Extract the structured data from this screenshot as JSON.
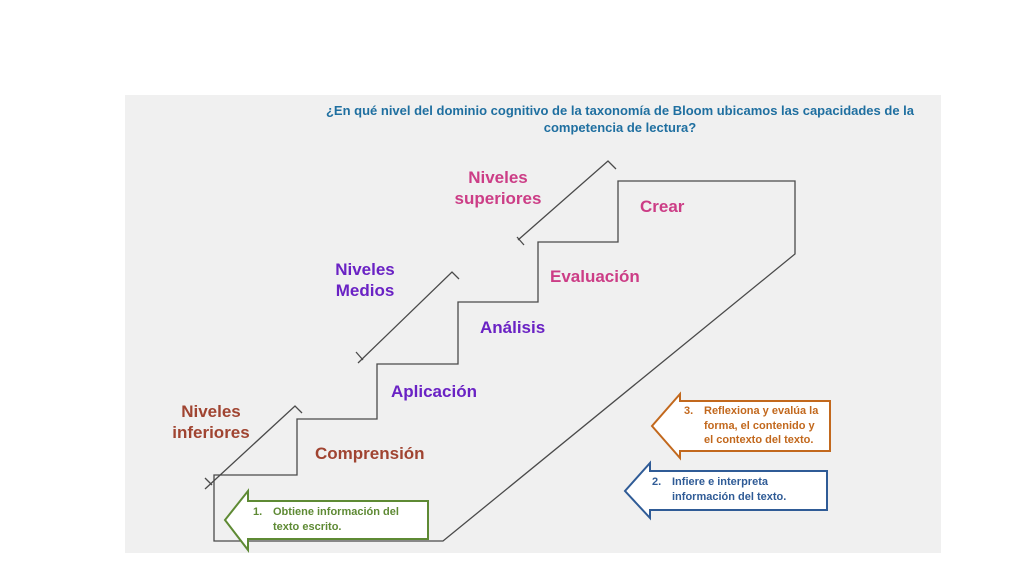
{
  "title": {
    "line1": "¿En qué nivel del dominio cognitivo de la taxonomía de Bloom ubicamos las capacidades de la",
    "line2": "competencia de lectura?"
  },
  "levels": {
    "inferiores": [
      "Niveles",
      "inferiores"
    ],
    "medios": [
      "Niveles",
      "Medios"
    ],
    "superiores": [
      "Niveles",
      "superiores"
    ]
  },
  "steps": {
    "comprension": "Comprensión",
    "aplicacion": "Aplicación",
    "analisis": "Análisis",
    "evaluacion": "Evaluación",
    "crear": "Crear"
  },
  "arrows": [
    {
      "num": "1.",
      "lines": [
        "Obtiene información del",
        "texto escrito."
      ],
      "color": "#5e8a34"
    },
    {
      "num": "2.",
      "lines": [
        "Infiere e interpreta",
        "información del texto."
      ],
      "color": "#2f5b96"
    },
    {
      "num": "3.",
      "lines": [
        "Reflexiona y evalúa la",
        "forma, el contenido y",
        "el contexto del texto."
      ],
      "color": "#c2681d"
    }
  ],
  "colors": {
    "title": "#1f6fa0",
    "inferiores": "#a04431",
    "medios": "#6a22c4",
    "superiores": "#cc3d86"
  }
}
